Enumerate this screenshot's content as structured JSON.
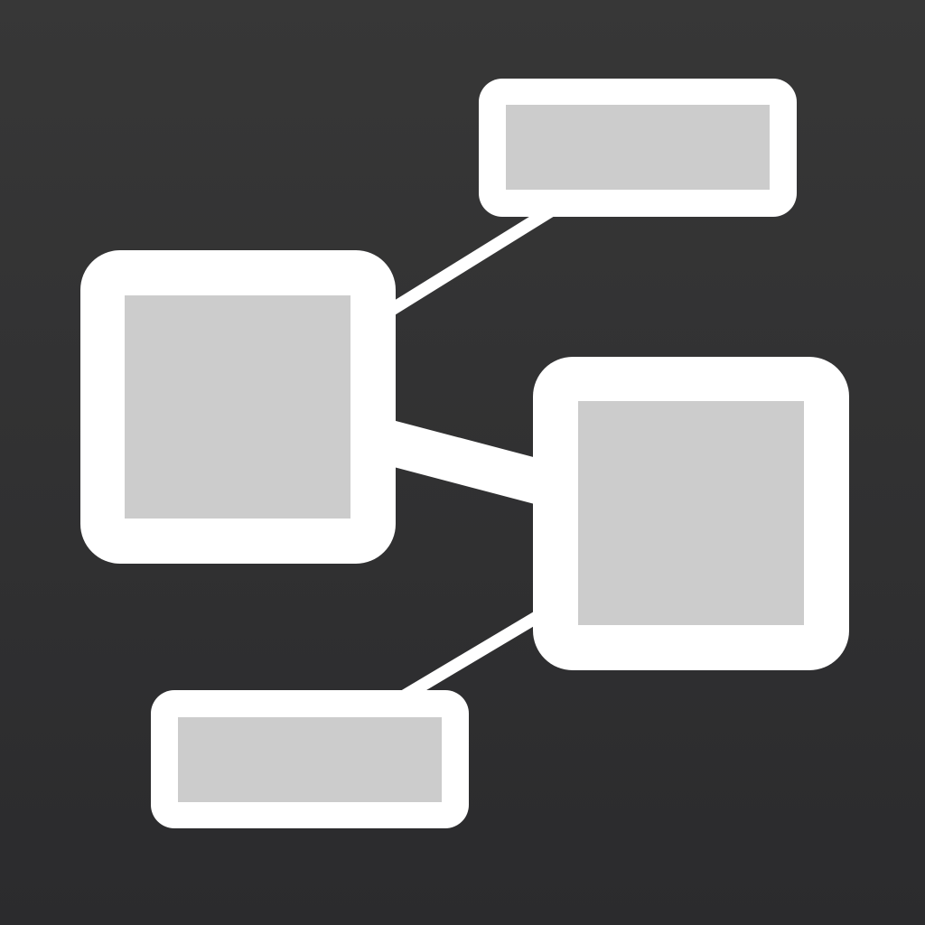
{
  "icon": {
    "name": "mind-map-icon",
    "colors": {
      "background_top": "#373737",
      "background_bottom": "#2b2b2d",
      "frame": "#ffffff",
      "fill": "#cccccc",
      "connector": "#ffffff"
    },
    "nodes": [
      "top-right-node",
      "left-node",
      "center-right-node",
      "bottom-left-node"
    ],
    "connectors": [
      "left-to-top-right",
      "left-to-center-right",
      "center-right-to-bottom-left"
    ]
  }
}
